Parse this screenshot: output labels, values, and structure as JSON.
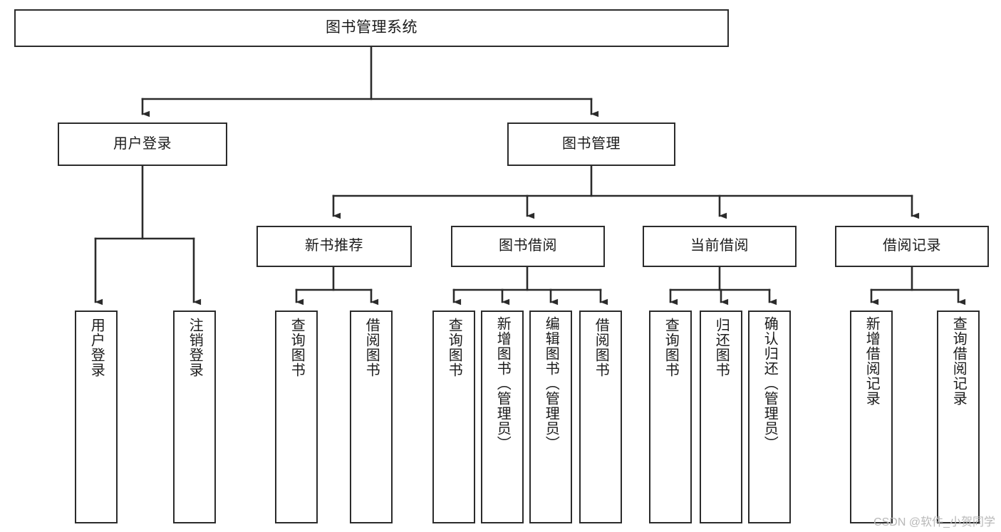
{
  "diagram": {
    "type": "tree-hierarchy",
    "title": "图书管理系统",
    "watermark": "CSDN @软件_小贺同学",
    "colors": {
      "box_border": "#2b2b2b",
      "box_fill": "#ffffff",
      "connector": "#2b2b2b",
      "text": "#1b1b1b",
      "watermark": "#b8b8b8"
    },
    "nodes": {
      "root": {
        "label": "图书管理系统"
      },
      "level2": [
        {
          "label": "用户登录"
        },
        {
          "label": "图书管理"
        }
      ],
      "level3": [
        {
          "label": "新书推荐"
        },
        {
          "label": "图书借阅"
        },
        {
          "label": "当前借阅"
        },
        {
          "label": "借阅记录"
        }
      ],
      "leaves": {
        "user_login": [
          {
            "label": "用户登录"
          },
          {
            "label": "注销登录"
          }
        ],
        "new_book": [
          {
            "label": "查询图书"
          },
          {
            "label": "借阅图书"
          }
        ],
        "book_borrow": [
          {
            "label": "查询图书"
          },
          {
            "label": "新增图书（管理员）"
          },
          {
            "label": "编辑图书（管理员）"
          },
          {
            "label": "借阅图书"
          }
        ],
        "current_borrow": [
          {
            "label": "查询图书"
          },
          {
            "label": "归还图书"
          },
          {
            "label": "确认归还（管理员）"
          }
        ],
        "borrow_record": [
          {
            "label": "新增借阅记录"
          },
          {
            "label": "查询借阅记录"
          }
        ]
      }
    }
  }
}
